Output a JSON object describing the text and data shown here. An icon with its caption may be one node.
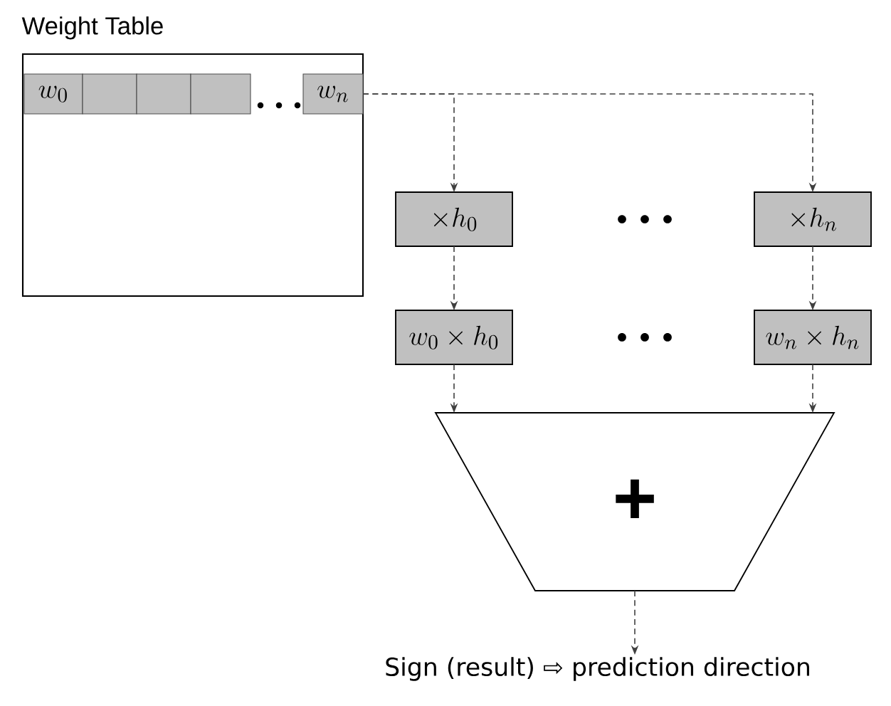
{
  "diagram": {
    "nodes": [
      {
        "text": [
          "Weight Table"
        ]
      },
      {
        "text": [
          "w_0"
        ],
        "in": 0
      },
      {
        "text": [],
        "shape": "box",
        "in": 0
      },
      {
        "text": [],
        "shape": "box",
        "in": 0
      },
      {
        "text": [],
        "shape": "box",
        "in": 0
      },
      {
        "text": [
          "w_n"
        ],
        "in": 0
      },
      {
        "text": [
          "\\times h_0"
        ]
      },
      {
        "text": [
          "\\times h_n"
        ]
      },
      {
        "text": [
          "w_0 \\times h_0"
        ]
      },
      {
        "text": [
          "w_n \\times h_n"
        ]
      },
      {
        "text": [
          "+"
        ]
      },
      {
        "text": [
          "Sign (result) ⇨ prediction direction"
        ]
      }
    ],
    "edges": [
      {
        "from": 5,
        "to": 6,
        "arrow": "to",
        "style": "dashed"
      },
      {
        "from": 5,
        "to": 7,
        "arrow": "to",
        "style": "dashed"
      },
      {
        "from": 6,
        "to": 8,
        "arrow": "to",
        "style": "dashed"
      },
      {
        "from": 7,
        "to": 9,
        "arrow": "to",
        "style": "dashed"
      },
      {
        "from": 8,
        "to": 10,
        "arrow": "to",
        "style": "dashed"
      },
      {
        "from": 9,
        "to": 10,
        "arrow": "to",
        "style": "dashed"
      },
      {
        "from": 10,
        "to": 11,
        "arrow": "to",
        "style": "dashed"
      }
    ]
  }
}
